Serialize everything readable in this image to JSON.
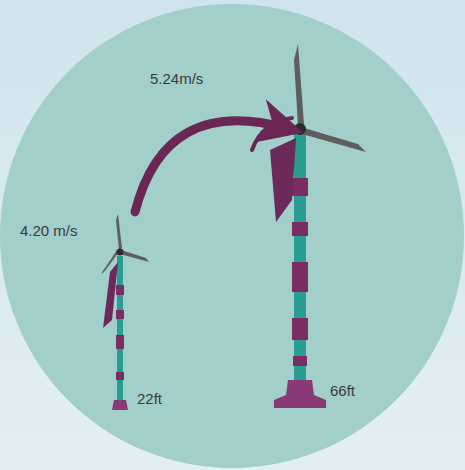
{
  "diagram": {
    "labels": [
      "4.20 m/s",
      "5.24m/s",
      "22ft",
      "66ft"
    ]
  }
}
